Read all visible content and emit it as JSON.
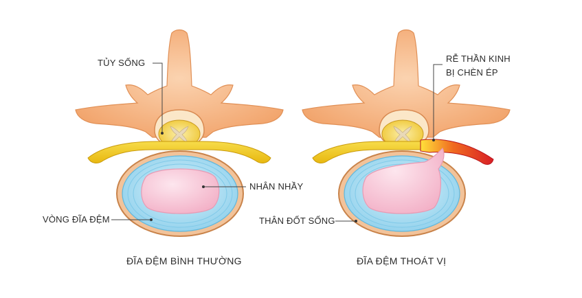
{
  "labels": {
    "spinal_cord": "TỦY SỐNG",
    "nerve_root_line1": "RỄ THẦN KINH",
    "nerve_root_line2": "BỊ CHÈN ÉP",
    "nucleus": "NHÂN NHẦY",
    "annulus": "VÒNG ĐĨA ĐỆM",
    "vertebral_body": "THÂN ĐỐT SỐNG"
  },
  "captions": {
    "normal": "ĐĨA ĐỆM BÌNH THƯỜNG",
    "herniated": "ĐĨA ĐỆM THOÁT VỊ"
  },
  "colors": {
    "bone": "#f6b98a",
    "bone_dark": "#e8955e",
    "nerve": "#f2cc1d",
    "spinal_cord": "#f7e27b",
    "annulus": "#aee0f2",
    "nucleus": "#f8c9d6",
    "body_rim": "#d9935a",
    "compression": "#e23030"
  }
}
